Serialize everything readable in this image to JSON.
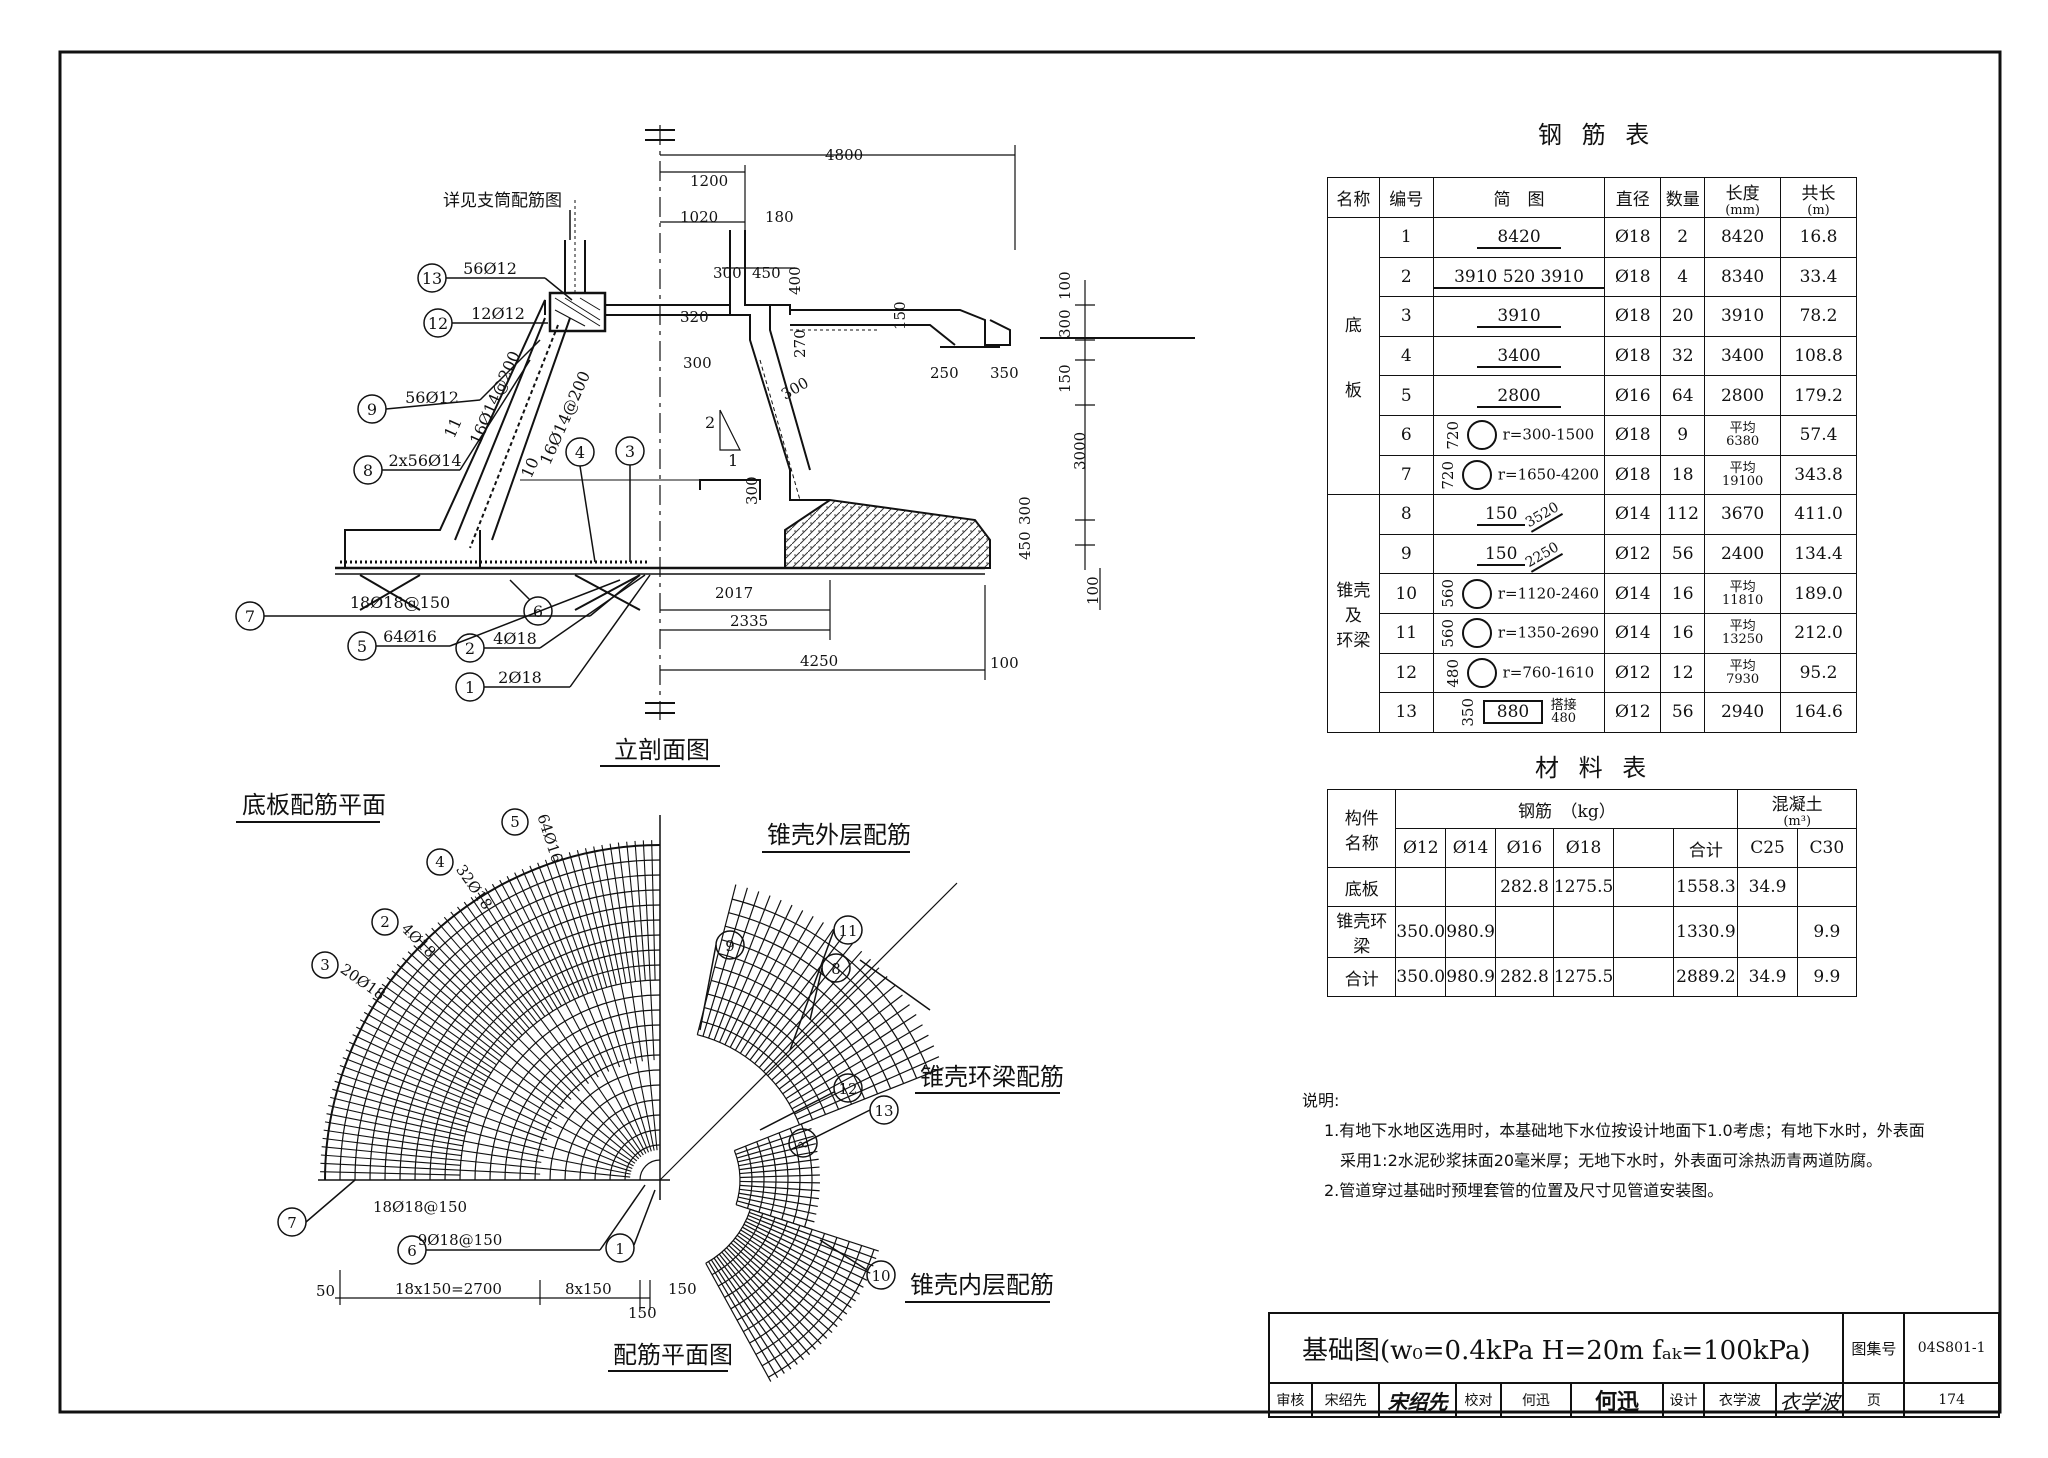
{
  "rebar_table": {
    "title": "钢 筋 表",
    "headers": [
      "名称",
      "编号",
      "简　图",
      "直径",
      "数量",
      "长度",
      "(mm)",
      "共长",
      "(m)"
    ],
    "group_bottom": "底\n\n\n板",
    "group_cone": "锥壳\n及\n环梁",
    "rows": [
      {
        "no": "1",
        "sketch": "8420",
        "dia": "Ø18",
        "qty": "2",
        "len": "8420",
        "len2": "",
        "total": "16.8"
      },
      {
        "no": "2",
        "sketch": "3910  520  3910",
        "dia": "Ø18",
        "qty": "4",
        "len": "8340",
        "len2": "",
        "total": "33.4"
      },
      {
        "no": "3",
        "sketch": "3910",
        "dia": "Ø18",
        "qty": "20",
        "len": "3910",
        "len2": "",
        "total": "78.2"
      },
      {
        "no": "4",
        "sketch": "3400",
        "dia": "Ø18",
        "qty": "32",
        "len": "3400",
        "len2": "",
        "total": "108.8"
      },
      {
        "no": "5",
        "sketch": "2800",
        "dia": "Ø16",
        "qty": "64",
        "len": "2800",
        "len2": "",
        "total": "179.2"
      },
      {
        "no": "6",
        "sketch_h": "720",
        "sketch": "r=300-1500",
        "dia": "Ø18",
        "qty": "9",
        "len": "平均",
        "len2": "6380",
        "total": "57.4"
      },
      {
        "no": "7",
        "sketch_h": "720",
        "sketch": "r=1650-4200",
        "dia": "Ø18",
        "qty": "18",
        "len": "平均",
        "len2": "19100",
        "total": "343.8"
      },
      {
        "no": "8",
        "sketch": "150",
        "sketch2": "3520",
        "dia": "Ø14",
        "qty": "112",
        "len": "3670",
        "len2": "",
        "total": "411.0"
      },
      {
        "no": "9",
        "sketch": "150",
        "sketch2": "2250",
        "dia": "Ø12",
        "qty": "56",
        "len": "2400",
        "len2": "",
        "total": "134.4"
      },
      {
        "no": "10",
        "sketch_h": "560",
        "sketch": "r=1120-2460",
        "dia": "Ø14",
        "qty": "16",
        "len": "平均",
        "len2": "11810",
        "total": "189.0"
      },
      {
        "no": "11",
        "sketch_h": "560",
        "sketch": "r=1350-2690",
        "dia": "Ø14",
        "qty": "16",
        "len": "平均",
        "len2": "13250",
        "total": "212.0"
      },
      {
        "no": "12",
        "sketch_h": "480",
        "sketch": "r=760-1610",
        "dia": "Ø12",
        "qty": "12",
        "len": "平均",
        "len2": "7930",
        "total": "95.2"
      },
      {
        "no": "13",
        "sketch_h": "350",
        "sketch": "880",
        "sketch2": "搭接 480",
        "dia": "Ø12",
        "qty": "56",
        "len": "2940",
        "len2": "",
        "total": "164.6"
      }
    ]
  },
  "material_table": {
    "title": "材 料 表",
    "h_member": "构件\n名称",
    "h_steel": "钢筋　（kg）",
    "h_concrete": "混凝土",
    "h_concrete_unit": "(m³)",
    "sub": [
      "Ø12",
      "Ø14",
      "Ø16",
      "Ø18",
      "",
      "合计",
      "C25",
      "C30"
    ],
    "rows": [
      {
        "name": "底板",
        "v": [
          "",
          "",
          "282.8",
          "1275.5",
          "",
          "1558.3",
          "34.9",
          ""
        ]
      },
      {
        "name": "锥壳环梁",
        "v": [
          "350.0",
          "980.9",
          "",
          "",
          "",
          "1330.9",
          "",
          "9.9"
        ]
      },
      {
        "name": "合计",
        "v": [
          "350.0",
          "980.9",
          "282.8",
          "1275.5",
          "",
          "2889.2",
          "34.9",
          "9.9"
        ]
      }
    ]
  },
  "notes": {
    "title": "说明:",
    "items": [
      "1.有地下水地区选用时，本基础地下水位按设计地面下1.0考虑；有地下水时，外表面",
      "　采用1:2水泥砂浆抹面20毫米厚；无地下水时，外表面可涂热沥青两道防腐。",
      "2.管道穿过基础时预埋套管的位置及尺寸见管道安装图。"
    ]
  },
  "title_block": {
    "title": "基础图(w₀=0.4kPa  H=20m  fₐₖ=100kPa)",
    "atlas_label": "图集号",
    "atlas_no": "04S801-1",
    "page_label": "页",
    "page_no": "174",
    "review_label": "审核",
    "reviewer": "宋绍先",
    "check_label": "校对",
    "checker": "何迅",
    "design_label": "设计",
    "designer": "衣学波"
  },
  "section": {
    "title": "立剖面图",
    "note_support": "详见支筒配筋图",
    "dims": [
      "4800",
      "1200",
      "1020",
      "180",
      "300",
      "450",
      "400",
      "100",
      "300",
      "150",
      "3000",
      "450",
      "300",
      "100",
      "320",
      "300",
      "270",
      "150",
      "250",
      "350",
      "300",
      "300",
      "2017",
      "2335",
      "4250",
      "100"
    ],
    "slope_a": "2",
    "slope_b": "1",
    "callouts": [
      {
        "n": "13",
        "label": "56Ø12"
      },
      {
        "n": "12",
        "label": "12Ø12"
      },
      {
        "n": "9",
        "label": "56Ø12"
      },
      {
        "n": "8",
        "label": "2x56Ø14"
      },
      {
        "n": "11",
        "label": "16Ø14@200"
      },
      {
        "n": "10",
        "label": "16Ø14@200"
      },
      {
        "n": "4",
        "label": ""
      },
      {
        "n": "3",
        "label": ""
      },
      {
        "n": "7",
        "label": "18Ø18@150"
      },
      {
        "n": "6",
        "label": ""
      },
      {
        "n": "5",
        "label": "64Ø16"
      },
      {
        "n": "2",
        "label": "4Ø18"
      },
      {
        "n": "1",
        "label": "2Ø18"
      }
    ]
  },
  "plan": {
    "title": "配筋平面图",
    "label_bottom": "底板配筋平面",
    "label_outer": "锥壳外层配筋",
    "label_ring": "锥壳环梁配筋",
    "label_inner": "锥壳内层配筋",
    "callouts": [
      {
        "n": "5",
        "label": "64Ø16"
      },
      {
        "n": "4",
        "label": "32Ø18"
      },
      {
        "n": "2",
        "label": "4Ø18"
      },
      {
        "n": "3",
        "label": "20Ø18"
      },
      {
        "n": "9",
        "label": ""
      },
      {
        "n": "11",
        "label": ""
      },
      {
        "n": "8",
        "label": ""
      },
      {
        "n": "12",
        "label": ""
      },
      {
        "n": "13",
        "label": ""
      },
      {
        "n": "∞",
        "label": ""
      },
      {
        "n": "10",
        "label": ""
      },
      {
        "n": "7",
        "label": "18Ø18@150"
      },
      {
        "n": "6",
        "label": "9Ø18@150"
      },
      {
        "n": "1",
        "label": ""
      }
    ],
    "dims": [
      "50",
      "18x150=2700",
      "8x150",
      "150",
      "150"
    ]
  }
}
